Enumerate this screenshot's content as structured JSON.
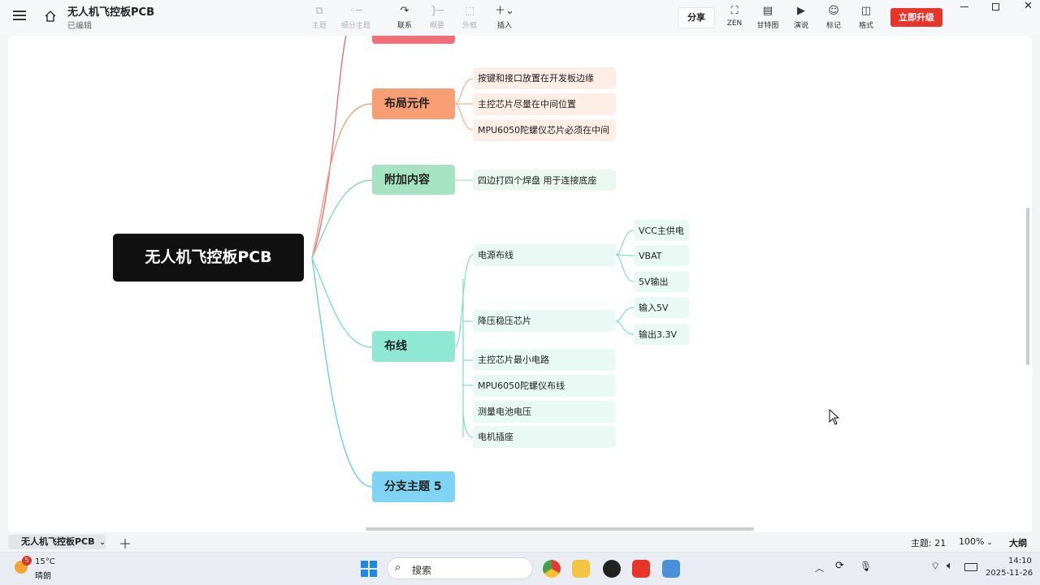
{
  "app": {
    "title": "无人机飞控板PCB",
    "status": "已编辑"
  },
  "toolbar": {
    "topic": "主题",
    "subtopic": "细分主题",
    "relation": "联系",
    "summary": "概要",
    "boundary": "外框",
    "insert": "插入",
    "share": "分享",
    "zen": "ZEN",
    "gantt": "甘特图",
    "present": "演说",
    "marker": "标记",
    "format": "格式",
    "upgrade": "立即升级"
  },
  "map": {
    "root": "无人机飞控板PCB",
    "branches": {
      "layout": {
        "label": "布局元件",
        "children": [
          "按键和接口放置在开发板边缘",
          "主控芯片尽量在中间位置",
          "MPU6050陀螺仪芯片必须在中间"
        ]
      },
      "extra": {
        "label": "附加内容",
        "children": [
          "四边打四个焊盘 用于连接底座"
        ]
      },
      "wiring": {
        "label": "布线",
        "power": {
          "label": "电源布线",
          "children": [
            "VCC主供电",
            "VBAT",
            "5V输出"
          ]
        },
        "ldo": {
          "label": "降压稳压芯片",
          "children": [
            "输入5V",
            "输出3.3V"
          ]
        },
        "others": [
          "主控芯片最小电路",
          "MPU6050陀螺仪布线",
          "测量电池电压",
          "电机插座"
        ]
      },
      "branch5": {
        "label": "分支主题 5"
      }
    }
  },
  "sheet": {
    "tab": "无人机飞控板PCB",
    "topic_count": "主题: 21",
    "zoom": "100%",
    "outline": "大纲"
  },
  "taskbar": {
    "weather_temp": "15°C",
    "weather_desc": "晴朗",
    "badge": "5",
    "search": "搜索",
    "time": "14:10",
    "date": "2025-11-26"
  },
  "colors": {
    "root": "#111111",
    "layout": "#f79e74",
    "extra": "#a6e3c2",
    "wiring": "#8ee8d2",
    "branch5": "#7fd3f5",
    "accent": "#e8352c"
  }
}
